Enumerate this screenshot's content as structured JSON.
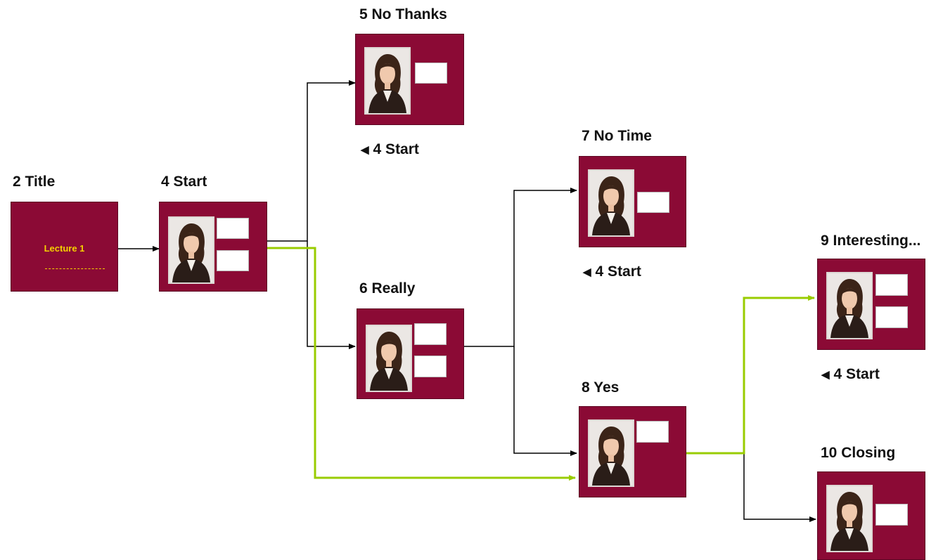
{
  "nodes": [
    {
      "id": "n2",
      "label": "2 Title",
      "title_text": "Lecture 1"
    },
    {
      "id": "n4",
      "label": "4 Start"
    },
    {
      "id": "n5",
      "label": "5 No Thanks",
      "back": "4 Start"
    },
    {
      "id": "n6",
      "label": "6 Really"
    },
    {
      "id": "n7",
      "label": "7 No Time",
      "back": "4 Start"
    },
    {
      "id": "n8",
      "label": "8 Yes"
    },
    {
      "id": "n9",
      "label": "9 Interesting...",
      "back": "4 Start"
    },
    {
      "id": "n10",
      "label": "10 Closing"
    }
  ],
  "edges": [
    {
      "from": "2 Title",
      "to": "4 Start",
      "highlight": false
    },
    {
      "from": "4 Start",
      "to": "5 No Thanks",
      "highlight": false
    },
    {
      "from": "4 Start",
      "to": "6 Really",
      "highlight": false
    },
    {
      "from": "4 Start",
      "to": "8 Yes",
      "highlight": true
    },
    {
      "from": "6 Really",
      "to": "7 No Time",
      "highlight": false
    },
    {
      "from": "6 Really",
      "to": "8 Yes",
      "highlight": false
    },
    {
      "from": "8 Yes",
      "to": "9 Interesting...",
      "highlight": true
    },
    {
      "from": "8 Yes",
      "to": "10 Closing",
      "highlight": false
    }
  ],
  "colors": {
    "slide_fill": "#8b0a35",
    "title_text": "#f5d100",
    "link": "#000000",
    "highlight_link": "#99cc00"
  },
  "icons": {
    "photo": "portrait-photo-icon",
    "back_arrow": "back-triangle-icon"
  }
}
